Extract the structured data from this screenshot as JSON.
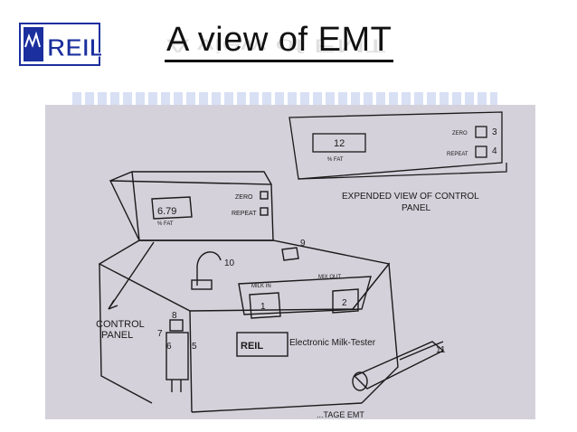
{
  "header": {
    "title": "A view of EMT",
    "logo_text": "REIL"
  },
  "diagram": {
    "display_value_main": "6.79",
    "display_unit_main": "% FAT",
    "display_value_expanded": "12",
    "display_unit_expanded": "% FAT",
    "zero_label": "ZERO",
    "repeat_label": "REPEAT",
    "zero_label_expanded": "ZERO",
    "repeat_label_expanded": "REPEAT",
    "expanded_caption_line1": "EXPENDED  VIEW OF CONTROL",
    "expanded_caption_line2": "PANEL",
    "control_panel_line1": "CONTROL",
    "control_panel_line2": "PANEL",
    "milk_in_label": "MILK IN",
    "mix_out_label": "MIX OUT",
    "button1": "1",
    "button2": "2",
    "num3": "3",
    "num4": "4",
    "num5": "5",
    "num6": "6",
    "num7": "7",
    "num8": "8",
    "num9": "9",
    "num10": "10",
    "num11": "11",
    "brand_text": "Electronic Milk-Tester",
    "brand_logo": "REIL",
    "bottom_text": "...TAGE EMT"
  },
  "colors": {
    "logo_blue": "#1b2f9e",
    "photo_bg": "#d4d1da",
    "ink": "#1a1a1a"
  }
}
